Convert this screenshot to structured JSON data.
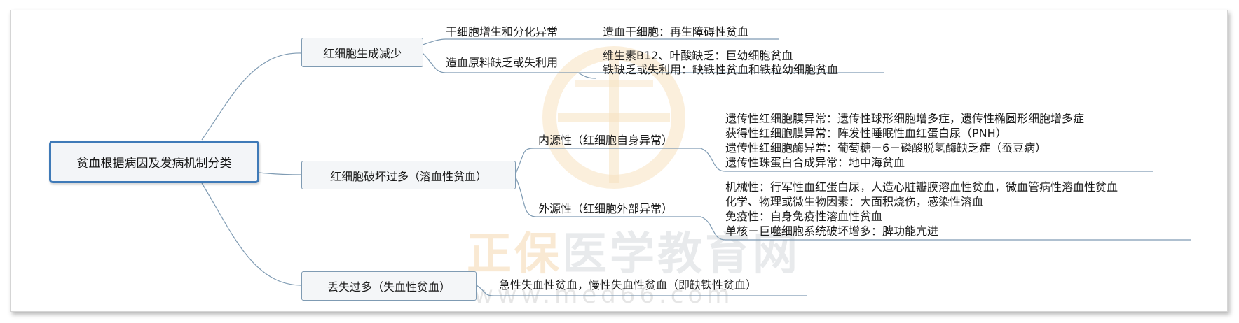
{
  "colors": {
    "line": "#7f9bb3",
    "root_border": "#3f7ab8",
    "watermark": "#f2c98a"
  },
  "watermark": {
    "brand_left": "正保",
    "brand_right": "医学教育网",
    "url": "www.med66.com"
  },
  "root": {
    "label": "贫血根据病因及发病机制分类"
  },
  "branches": [
    {
      "label": "红细胞生成减少",
      "children": [
        {
          "label": "干细胞增生和分化异常",
          "details": [
            "造血干细胞：再生障碍性贫血"
          ]
        },
        {
          "label": "造血原料缺乏或失利用",
          "details": [
            "维生素B12、叶酸缺乏：巨幼细胞贫血",
            "铁缺乏或失利用：缺铁性贫血和铁粒幼细胞贫血"
          ]
        }
      ]
    },
    {
      "label": "红细胞破坏过多（溶血性贫血）",
      "children": [
        {
          "label": "内源性（红细胞自身异常）",
          "details": [
            "遗传性红细胞膜异常：遗传性球形细胞增多症，遗传性椭圆形细胞增多症",
            "获得性红细胞膜异常：阵发性睡眠性血红蛋白尿（PNH）",
            "遗传性红细胞酶异常：葡萄糖－6－磷酸脱氢酶缺乏症（蚕豆病）",
            "遗传性珠蛋白合成异常：地中海贫血"
          ]
        },
        {
          "label": "外源性（红细胞外部异常）",
          "details": [
            "机械性：行军性血红蛋白尿，人造心脏瓣膜溶血性贫血，微血管病性溶血性贫血",
            "化学、物理或微生物因素：大面积烧伤，感染性溶血",
            "免疫性：自身免疫性溶血性贫血",
            "单核－巨噬细胞系统破坏增多：脾功能亢进"
          ]
        }
      ]
    },
    {
      "label": "丢失过多（失血性贫血）",
      "details": [
        "急性失血性贫血，慢性失血性贫血（即缺铁性贫血）"
      ]
    }
  ]
}
